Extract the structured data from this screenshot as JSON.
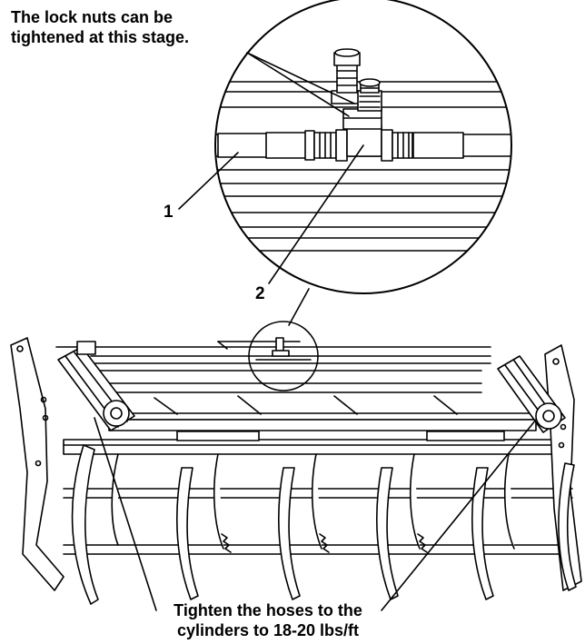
{
  "callouts": {
    "top_line1": "The lock nuts can be",
    "top_line2": "tightened at this stage.",
    "bottom_line1": "Tighten the hoses to the",
    "bottom_line2": "cylinders to 18-20 lbs/ft"
  },
  "labels": {
    "one": "1",
    "two": "2"
  },
  "colors": {
    "ink": "#000000",
    "paper": "#ffffff"
  }
}
